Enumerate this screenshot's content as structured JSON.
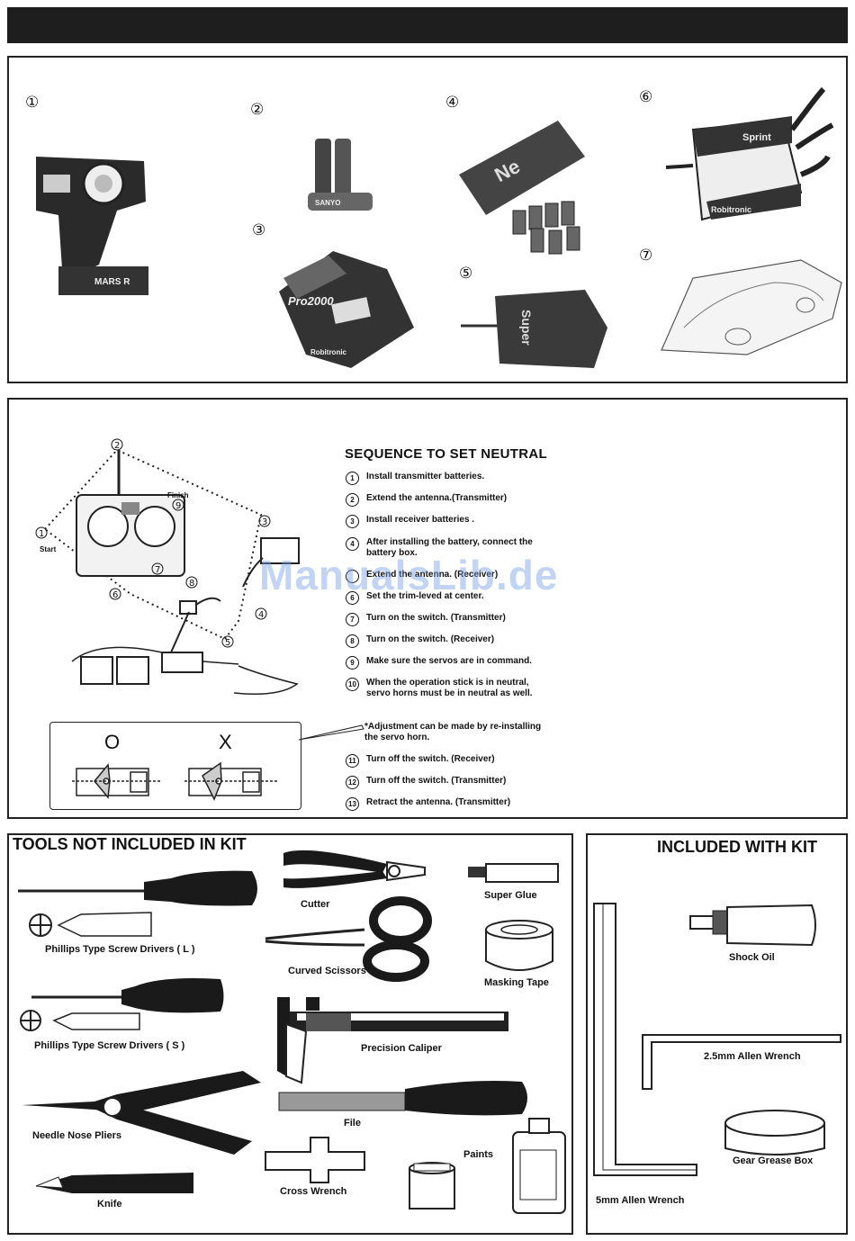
{
  "parts": {
    "numbers": [
      "①",
      "②",
      "③",
      "④",
      "⑤",
      "⑥",
      "⑦"
    ],
    "transmitter_label": "MARS R",
    "battery_brand": "SANYO",
    "charger_label": "Pro2000",
    "charger_brand": "Robitronic",
    "esc_label": "Sprint",
    "esc_brand": "Robitronic"
  },
  "neutral": {
    "title": "SEQUENCE  TO SET NEUTRAL",
    "diagram_labels": {
      "start": "Start",
      "finish": "Finish"
    },
    "ok_mark": "O",
    "ng_mark": "X",
    "steps": [
      {
        "n": "1",
        "text": "Install transmitter  batteries."
      },
      {
        "n": "2",
        "text": "Extend the antenna.(Transmitter)"
      },
      {
        "n": "3",
        "text": "Install  receiver batteries ."
      },
      {
        "n": "4",
        "text": "After installing the battery, connect the battery box."
      },
      {
        "n": "",
        "text": "Extend the antenna. (Receiver)"
      },
      {
        "n": "6",
        "text": "Set the trim-leved at center."
      },
      {
        "n": "7",
        "text": "Turn  on the switch. (Transmitter)"
      },
      {
        "n": "8",
        "text": "Turn on the switch. (Receiver)"
      },
      {
        "n": "9",
        "text": "Make sure the servos are in command."
      },
      {
        "n": "10",
        "text": "When the operation stick is in neutral, servo horns must be in neutral  as well."
      },
      {
        "n": "",
        "text": "*Adjustment can be made by re-installing the servo horn."
      },
      {
        "n": "11",
        "text": "Turn off the switch. (Receiver)"
      },
      {
        "n": "12",
        "text": "Turn off the switch. (Transmitter)"
      },
      {
        "n": "13",
        "text": "Retract the antenna. (Transmitter)"
      }
    ]
  },
  "watermark": "ManualsLib.de",
  "tools": {
    "heading": "TOOLS NOT INCLUDED IN KIT",
    "phillips_l": "Phillips Type Screw Drivers ( L )",
    "phillips_s": "Phillips Type Screw Drivers  ( S )",
    "needle_nose": "Needle Nose Pliers",
    "knife": "Knife",
    "cutter": "Cutter",
    "curved_scissors": "Curved Scissors",
    "caliper": "Precision Caliper",
    "file": "File",
    "cross_wrench": "Cross Wrench",
    "paints": "Paints",
    "super_glue": "Super Glue",
    "masking_tape": "Masking Tape"
  },
  "included": {
    "heading": "INCLUDED WITH KIT",
    "shock_oil": "Shock Oil",
    "allen_25": "2.5mm Allen Wrench",
    "grease": "Gear Grease Box",
    "allen_5": "5mm Allen Wrench"
  }
}
